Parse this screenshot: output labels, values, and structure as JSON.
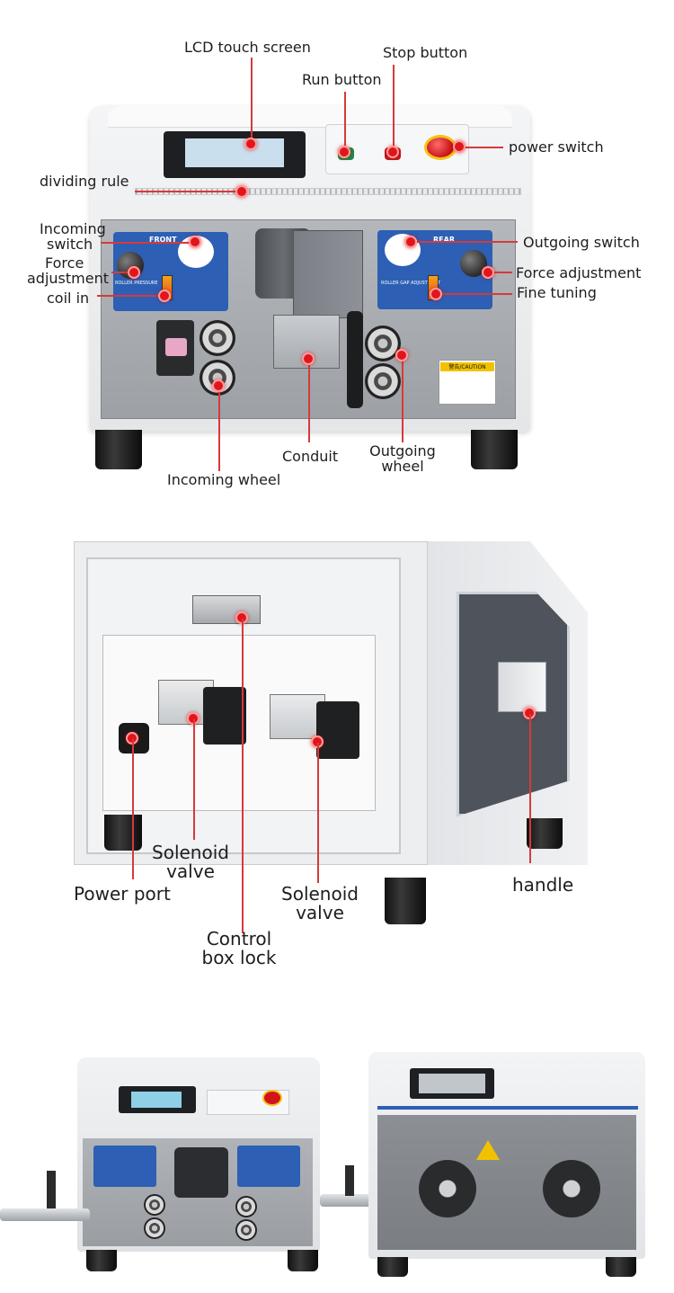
{
  "section1": {
    "labels": {
      "lcd": "LCD touch screen",
      "stop": "Stop button",
      "run": "Run button",
      "power_switch": "power switch",
      "dividing_rule": "dividing rule",
      "incoming_switch": "Incoming\nswitch",
      "force_adjustment_left": "Force\nadjustment",
      "coil_in": "coil in",
      "outgoing_switch": "Outgoing switch",
      "force_adjustment_right": "Force adjustment",
      "fine_tuning": "Fine tuning",
      "conduit": "Conduit",
      "outgoing_wheel": "Outgoing\nwheel",
      "incoming_wheel": "Incoming wheel"
    },
    "plate_front": "FRONT",
    "plate_rear": "REAR",
    "roller_pressure": "ROLLER PRESSURE",
    "roller_gap": "ROLLER GAP ADJUSTMENT",
    "caution": "警告/CAUTION"
  },
  "section2": {
    "labels": {
      "solenoid_left": "Solenoid\nvalve",
      "power_port": "Power port",
      "solenoid_right": "Solenoid\nvalve",
      "handle": "handle",
      "control_box_lock": "Control\nbox lock"
    }
  },
  "colors": {
    "accent_red": "#e0161c",
    "plate_blue": "#2d5fb4",
    "body_white": "#eef0f2",
    "steel": "#a8acb0",
    "side_panel": "#4e535c"
  }
}
